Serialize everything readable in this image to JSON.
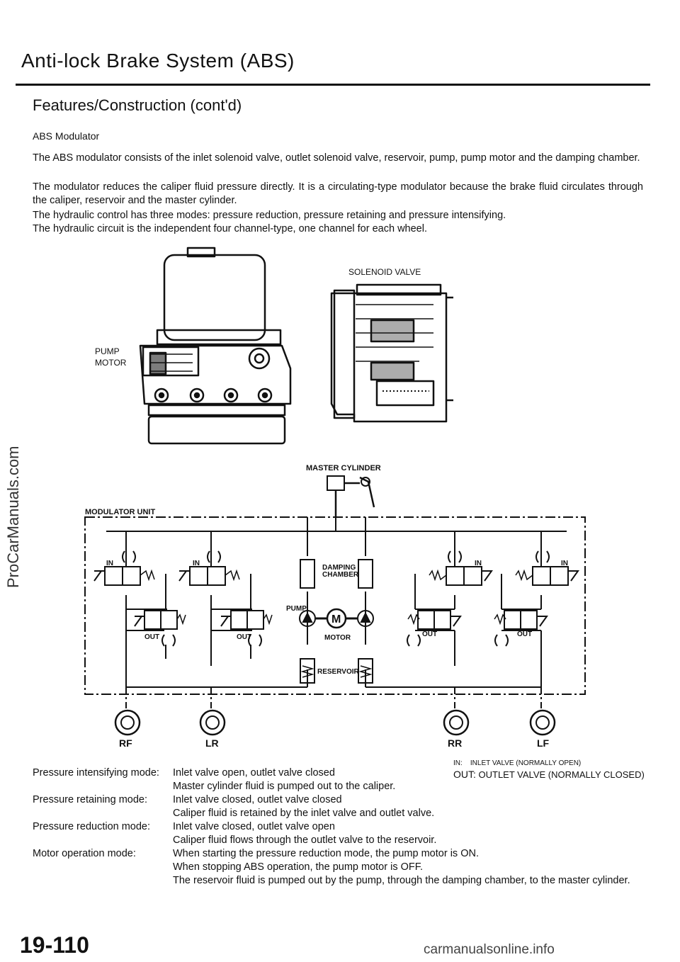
{
  "header": {
    "title": "Anti-lock Brake System (ABS)",
    "section": "Features/Construction (cont'd)"
  },
  "intro": {
    "subheading": "ABS Modulator",
    "p1": "The ABS modulator consists of the inlet solenoid valve, outlet solenoid valve, reservoir, pump, pump motor and the damping chamber.",
    "p2": "The modulator reduces the caliper fluid pressure directly. It is a circulating-type modulator because the brake fluid circulates through the caliper, reservoir and the master cylinder.",
    "p3": "The hydraulic control has three modes: pressure reduction, pressure retaining and pressure intensifying.",
    "p4": "The hydraulic circuit is the independent four channel-type, one channel for each wheel."
  },
  "illustration": {
    "solenoid_label": "SOLENOID VALVE",
    "pump_label": "PUMP",
    "motor_label": "MOTOR"
  },
  "schematic": {
    "master_cylinder": "MASTER CYLINDER",
    "modulator_unit": "MODULATOR UNIT",
    "damping_1": "DAMPING",
    "damping_2": "CHAMBER",
    "pump": "PUMP",
    "motor": "MOTOR",
    "motor_symbol": "M",
    "reservoir": "RESERVOIR",
    "valve_in": "IN",
    "valve_out": "OUT",
    "wheels": [
      "RF",
      "LR",
      "RR",
      "LF"
    ]
  },
  "legend": {
    "in_key": "IN:",
    "in_text": "INLET VALVE (NORMALLY OPEN)",
    "out_key": "OUT:",
    "out_text": "OUTLET VALVE (NORMALLY CLOSED)"
  },
  "modes": [
    {
      "term": "Pressure intensifying mode:",
      "lines": [
        "Inlet valve open, outlet valve closed",
        "Master cylinder fluid is pumped out to the caliper."
      ]
    },
    {
      "term": "Pressure retaining mode:",
      "lines": [
        "Inlet valve closed, outlet valve closed",
        "Caliper fluid is retained by the inlet valve and outlet valve."
      ]
    },
    {
      "term": "Pressure reduction mode:",
      "lines": [
        "Inlet valve closed, outlet valve open",
        "Caliper fluid flows through the outlet valve to the reservoir."
      ]
    },
    {
      "term": "Motor operation mode:",
      "lines": [
        "When starting the pressure reduction mode, the pump motor is ON.",
        "When stopping ABS operation, the pump motor is OFF.",
        "The reservoir fluid is pumped out by the pump, through the damping chamber, to the master cylinder."
      ]
    }
  ],
  "footer": {
    "page_number": "19-110",
    "watermark_side": "ProCarManuals.com",
    "watermark_bottom": "carmanualsonline.info"
  }
}
